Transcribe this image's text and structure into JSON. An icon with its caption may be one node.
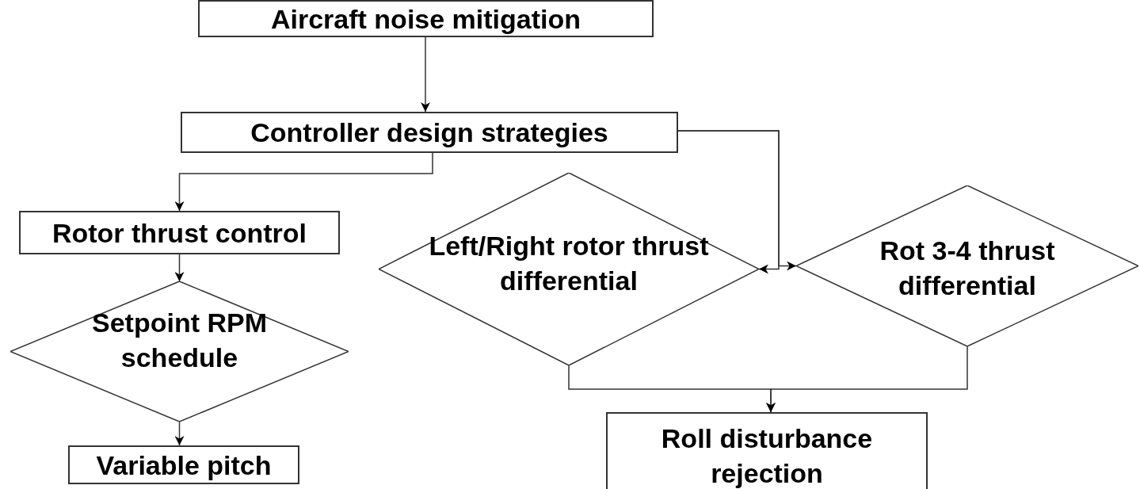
{
  "diagram": {
    "nodes": [
      {
        "text": [
          "Aircraft noise mitigation"
        ]
      },
      {
        "text": [
          "Controller design strategies"
        ]
      },
      {
        "text": [
          "Rotor thrust control"
        ]
      },
      {
        "text": [
          "Setpoint RPM schedule"
        ]
      },
      {
        "text": [
          "Variable pitch"
        ]
      },
      {
        "text": [
          "Left/Right rotor thrust differential"
        ]
      },
      {
        "text": [
          "Rot 3-4 thrust differential"
        ]
      },
      {
        "text": [
          "Roll disturbance rejection"
        ]
      }
    ],
    "edges": [
      {
        "from": 0,
        "to": 1,
        "arrow": "to"
      },
      {
        "from": 1,
        "to": 2,
        "arrow": "to"
      },
      {
        "from": 2,
        "to": 3,
        "arrow": "to"
      },
      {
        "from": 3,
        "to": 4,
        "arrow": "to"
      },
      {
        "from": 1,
        "to": 5,
        "arrow": "to"
      },
      {
        "from": 1,
        "to": 6,
        "arrow": "to"
      },
      {
        "from": 5,
        "to": 7,
        "arrow": "to"
      },
      {
        "from": 6,
        "to": 7,
        "arrow": "to"
      }
    ]
  }
}
